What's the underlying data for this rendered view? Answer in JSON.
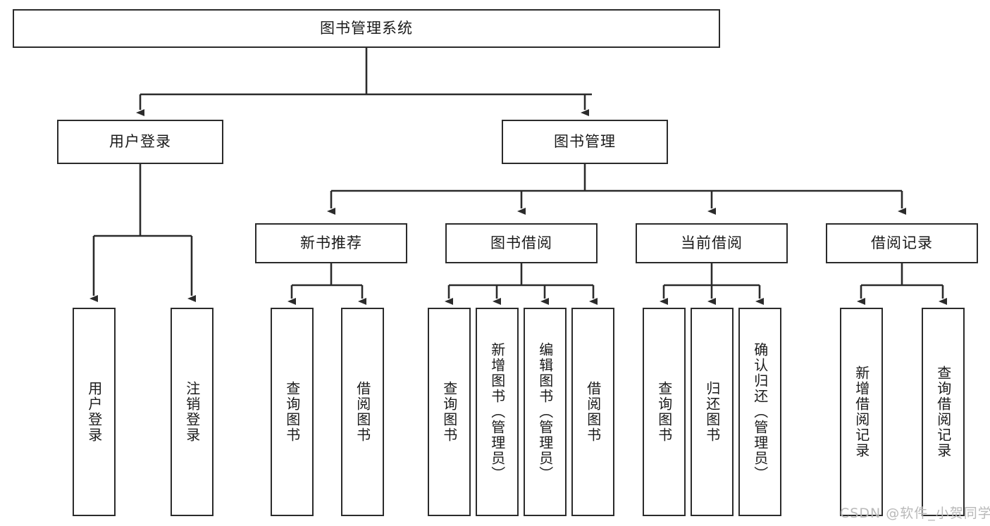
{
  "diagram": {
    "title": "图书管理系统",
    "type": "functional-structure-tree",
    "orientation": "top-down",
    "background_color": "#ffffff",
    "stroke_color": "#2b2b2b",
    "text_color": "#1a1a1a"
  },
  "watermark": {
    "text": "CSDN @软件_小贺同学",
    "color": "#b9b9b9"
  },
  "nodes": {
    "root": {
      "label": "图书管理系统",
      "level": 1
    },
    "level2": [
      {
        "id": "user-login",
        "label": "用户登录"
      },
      {
        "id": "book-manage",
        "label": "图书管理"
      }
    ],
    "level3": [
      {
        "id": "new-book-recommend",
        "label": "新书推荐"
      },
      {
        "id": "book-borrow",
        "label": "图书借阅"
      },
      {
        "id": "current-borrow",
        "label": "当前借阅"
      },
      {
        "id": "borrow-record",
        "label": "借阅记录"
      }
    ],
    "leaves": {
      "user_login": [
        {
          "id": "leaf-user-login",
          "label": "用户登录"
        },
        {
          "id": "leaf-logout-login",
          "label": "注销登录"
        }
      ],
      "new_book_recommend": [
        {
          "id": "leaf-query-book-1",
          "label": "查询图书"
        },
        {
          "id": "leaf-borrow-book-1",
          "label": "借阅图书"
        }
      ],
      "book_borrow": [
        {
          "id": "leaf-query-book-2",
          "label": "查询图书"
        },
        {
          "id": "leaf-add-book-admin",
          "label": "新增图书（管理员）"
        },
        {
          "id": "leaf-edit-book-admin",
          "label": "编辑图书（管理员）"
        },
        {
          "id": "leaf-borrow-book-2",
          "label": "借阅图书"
        }
      ],
      "current_borrow": [
        {
          "id": "leaf-query-book-3",
          "label": "查询图书"
        },
        {
          "id": "leaf-return-book",
          "label": "归还图书"
        },
        {
          "id": "leaf-confirm-return-admin",
          "label": "确认归还（管理员）"
        }
      ],
      "borrow_record": [
        {
          "id": "leaf-add-borrow-record",
          "label": "新增借阅记录"
        },
        {
          "id": "leaf-query-borrow-record",
          "label": "查询借阅记录"
        }
      ]
    }
  }
}
